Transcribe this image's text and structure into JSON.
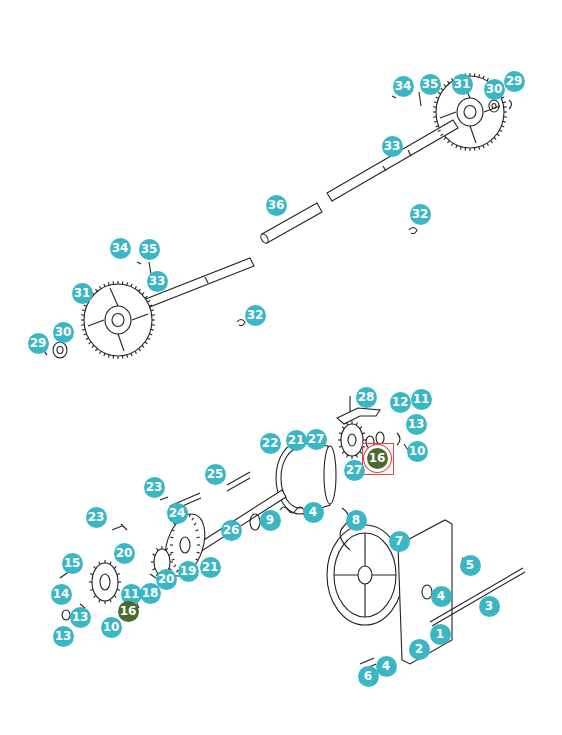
{
  "diagram": {
    "labels": [
      "34",
      "35",
      "31",
      "30",
      "29",
      "33",
      "36",
      "32",
      "34",
      "35",
      "33",
      "31",
      "32",
      "30",
      "29",
      "28",
      "11",
      "12",
      "13",
      "22",
      "21",
      "27",
      "16",
      "10",
      "27",
      "25",
      "23",
      "24",
      "23",
      "4",
      "9",
      "8",
      "26",
      "7",
      "20",
      "15",
      "5",
      "21",
      "19",
      "20",
      "14",
      "11",
      "18",
      "4",
      "3",
      "16",
      "13",
      "10",
      "1",
      "13",
      "2",
      "4",
      "6"
    ]
  }
}
